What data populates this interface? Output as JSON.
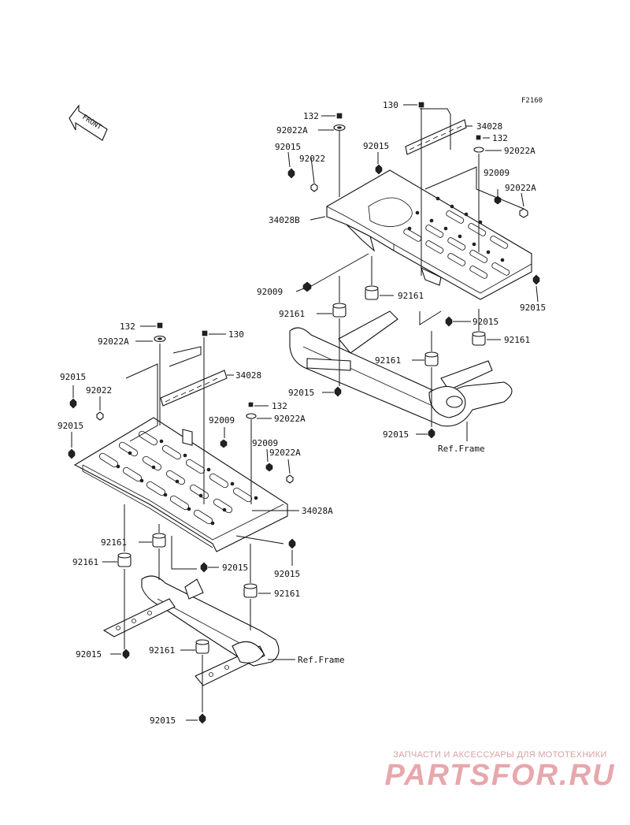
{
  "figure_code": "F2160",
  "front_label": "FRONT",
  "labels": {
    "upper_132_a": "132",
    "upper_92022a_a": "92022A",
    "upper_92015_a": "92015",
    "upper_92022_a": "92022",
    "upper_92015_b": "92015",
    "upper_130": "130",
    "upper_34028": "34028",
    "upper_132_b": "132",
    "upper_92022a_b": "92022A",
    "upper_92009_a": "92009",
    "upper_92022a_c": "92022A",
    "upper_34028b": "34028B",
    "upper_92009_b": "92009",
    "upper_92161_a": "92161",
    "upper_92161_b": "92161",
    "upper_92015_c": "92015",
    "upper_92015_d": "92015",
    "upper_92161_c": "92161",
    "upper_92161_d": "92161",
    "upper_92015_e": "92015",
    "upper_92015_f": "92015",
    "upper_ref_frame": "Ref.Frame",
    "lower_132_a": "132",
    "lower_130": "130",
    "lower_92022a_a": "92022A",
    "lower_34028": "34028",
    "lower_92015_a": "92015",
    "lower_92022": "92022",
    "lower_92015_b": "92015",
    "lower_92009_a": "92009",
    "lower_132_b": "132",
    "lower_92022a_b": "92022A",
    "lower_92009_b": "92009",
    "lower_92022a_c": "92022A",
    "lower_34028a": "34028A",
    "lower_92161_a": "92161",
    "lower_92161_b": "92161",
    "lower_92015_c": "92015",
    "lower_92015_d": "92015",
    "lower_92161_c": "92161",
    "lower_92015_e": "92015",
    "lower_92161_d": "92161",
    "lower_ref_frame": "Ref.Frame",
    "lower_92015_f": "92015"
  },
  "watermark": {
    "tagline": "ЗАПЧАСТИ И АКСЕССУАРЫ ДЛЯ МОТОТЕХНИКИ",
    "logo": "PARTSFOR.RU"
  }
}
